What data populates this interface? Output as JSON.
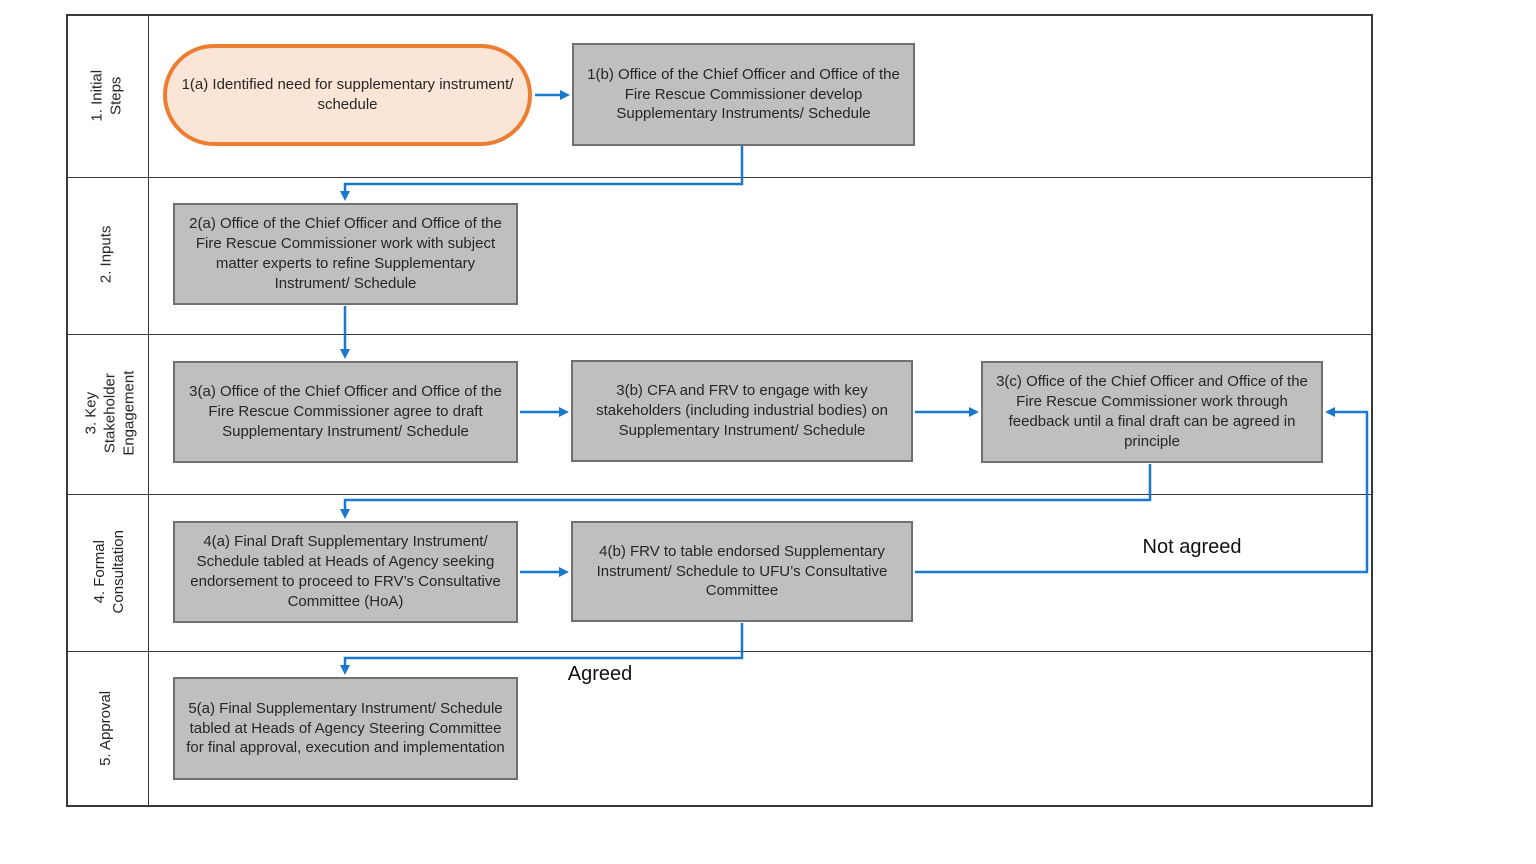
{
  "lanes": [
    {
      "label": "1. Initial Steps"
    },
    {
      "label": "2. Inputs"
    },
    {
      "label": "3. Key\nStakeholder\nEngagement"
    },
    {
      "label": "4. Formal\nConsultation"
    },
    {
      "label": "5. Approval"
    }
  ],
  "nodes": {
    "n1a": {
      "text": "1(a) Identified need for supplementary instrument/ schedule"
    },
    "n1b": {
      "text": "1(b) Office of the Chief Officer and Office of the Fire Rescue Commissioner develop Supplementary Instruments/ Schedule"
    },
    "n2a": {
      "text": "2(a) Office of the Chief Officer and Office of the Fire Rescue Commissioner work with subject matter experts to refine Supplementary Instrument/ Schedule"
    },
    "n3a": {
      "text": "3(a) Office of the Chief Officer and Office of the Fire Rescue Commissioner agree to draft Supplementary Instrument/ Schedule"
    },
    "n3b": {
      "text": "3(b) CFA and FRV to engage with key stakeholders (including industrial bodies) on Supplementary Instrument/ Schedule"
    },
    "n3c": {
      "text": "3(c) Office of the Chief Officer and Office of the Fire Rescue Commissioner work through feedback until a final draft can be agreed in principle"
    },
    "n4a": {
      "text": "4(a) Final Draft Supplementary Instrument/ Schedule tabled at Heads of Agency seeking endorsement to proceed to FRV’s Consultative Committee (HoA)"
    },
    "n4b": {
      "text": "4(b) FRV to table endorsed Supplementary Instrument/ Schedule to UFU’s Consultative Committee"
    },
    "n5a": {
      "text": "5(a) Final Supplementary Instrument/ Schedule tabled at Heads of Agency Steering Committee for final approval, execution and implementation"
    }
  },
  "edge_labels": {
    "agreed": "Agreed",
    "not_agreed": "Not agreed"
  },
  "colors": {
    "connector_blue": "#1b78cf",
    "process_fill": "#bfbfbf",
    "process_border": "#707070",
    "terminator_fill": "#fbe5d6",
    "terminator_border": "#ed7d31",
    "frame_border": "#3a3a3a"
  }
}
